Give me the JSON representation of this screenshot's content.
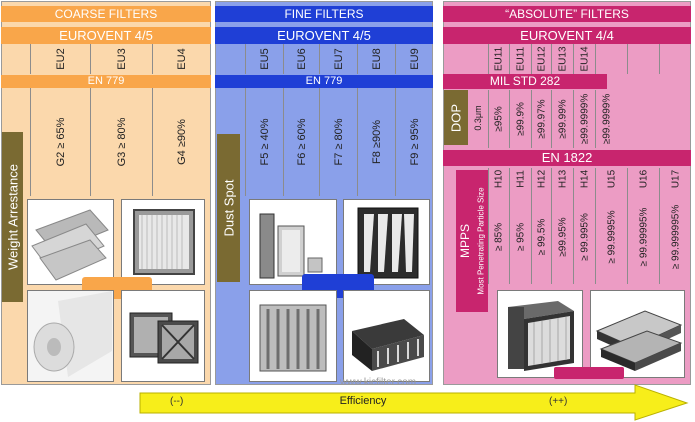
{
  "colors": {
    "coarse": "#f9a64a",
    "coarse_bg": "#fbd8ac",
    "fine": "#1f3fd6",
    "fine_bg": "#8aa0ea",
    "absolute": "#c8256e",
    "absolute_bg": "#ec9cc4",
    "label_box": "#7a6a32",
    "arrow": "#f7ee1a"
  },
  "coarse": {
    "header": "COARSE FILTERS",
    "eurovent": "EUROVENT 4/5",
    "codes": [
      "EU2",
      "EU3",
      "EU4"
    ],
    "standard": "EN 779",
    "test_method": "Weight Arrestance",
    "grades": [
      "G2 ≥ 65%",
      "G3 ≥ 80%",
      "G4 ≥90%"
    ]
  },
  "fine": {
    "header": "FINE FILTERS",
    "eurovent": "EUROVENT 4/5",
    "codes": [
      "EU5",
      "EU6",
      "EU7",
      "EU8",
      "EU9"
    ],
    "standard": "EN 779",
    "test_method": "Dust Spot",
    "grades": [
      "F5 ≥ 40%",
      "F6 ≥ 60%",
      "F7 ≥ 80%",
      "F8 ≥90%",
      "F9 ≥ 95%"
    ]
  },
  "absolute": {
    "header": "“ABSOLUTE” FILTERS",
    "eurovent": "EUROVENT 4/4",
    "codes": [
      "EU11",
      "EU11",
      "EU12",
      "EU13",
      "EU14"
    ],
    "mil_std": "MIL STD 282",
    "dop_label": "DOP",
    "dop_sub": "0.3μm",
    "dop_values": [
      "≥95%",
      "≥99.9%",
      "≥99.97%",
      "≥99.99%",
      "≥99.9999%",
      "≥99.9999%"
    ],
    "en_standard": "EN 1822",
    "mpps_label": "MPPS",
    "mpps_sub": "Most Penetrating Particle Size",
    "grades": [
      "H10",
      "H11",
      "H12",
      "H13",
      "H14",
      "U15",
      "U16",
      "U17"
    ],
    "mpps_values": [
      "≥ 85%",
      "≥ 95%",
      "≥ 99.5%",
      "≥99.95%",
      "≥ 99.995%",
      "≥ 99.9995%",
      "≥ 99.99995%",
      "≥ 99.999995%"
    ]
  },
  "arrow": {
    "low": "(--)",
    "label": "Efficiency",
    "high": "(++)"
  },
  "watermark": "www.kicfilter.com"
}
